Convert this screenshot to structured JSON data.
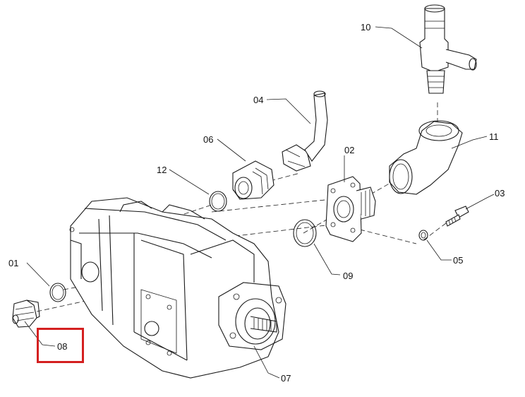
{
  "callouts": [
    {
      "id": "01",
      "label": "01"
    },
    {
      "id": "02",
      "label": "02"
    },
    {
      "id": "03",
      "label": "03"
    },
    {
      "id": "04",
      "label": "04"
    },
    {
      "id": "05",
      "label": "05"
    },
    {
      "id": "06",
      "label": "06"
    },
    {
      "id": "07",
      "label": "07"
    },
    {
      "id": "08",
      "label": "08"
    },
    {
      "id": "09",
      "label": "09"
    },
    {
      "id": "10",
      "label": "10"
    },
    {
      "id": "11",
      "label": "11"
    },
    {
      "id": "12",
      "label": "12"
    }
  ],
  "highlight": {
    "target": "08",
    "color": "#d42020"
  }
}
